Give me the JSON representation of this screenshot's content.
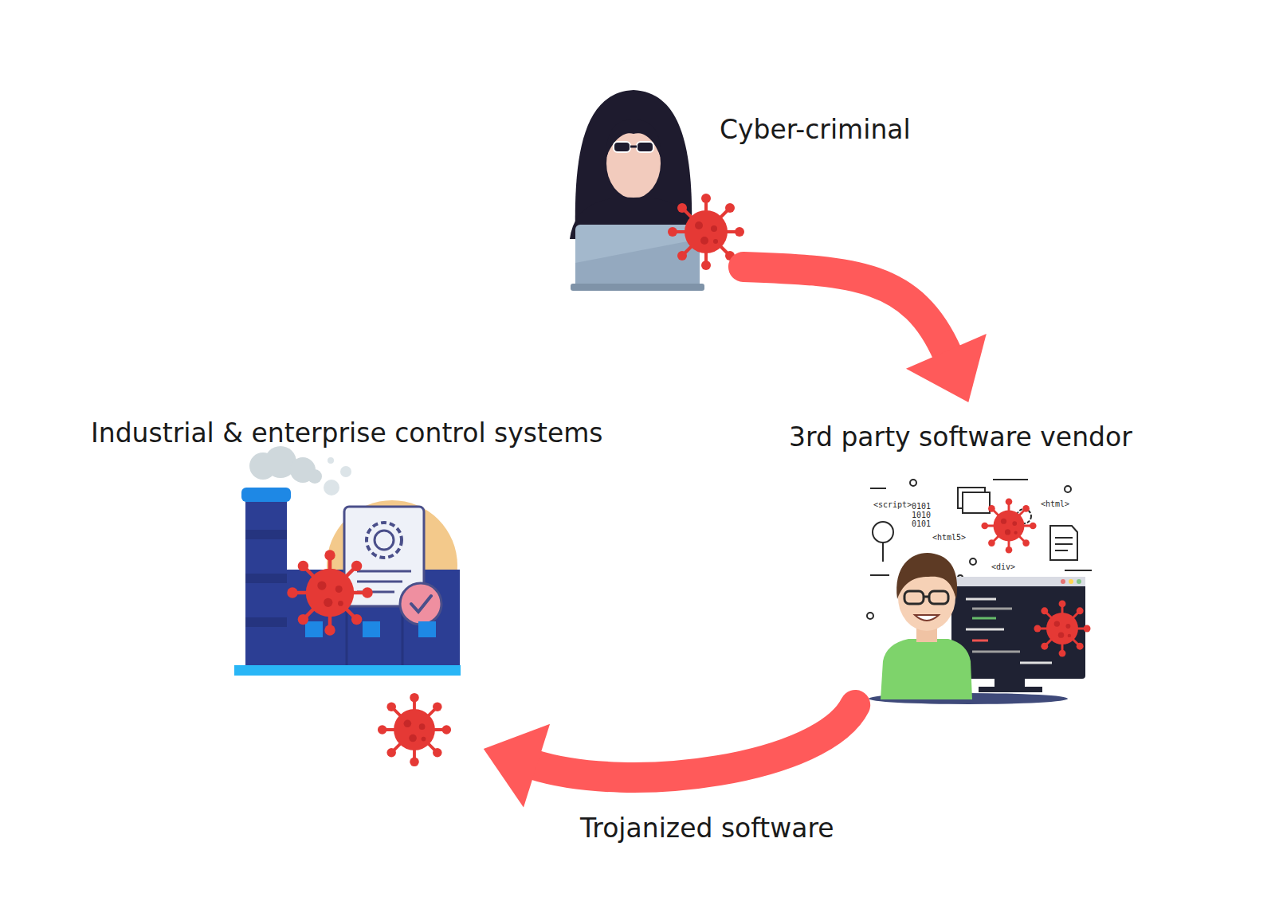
{
  "diagram": {
    "nodes": [
      {
        "text": [
          "Cyber-criminal"
        ]
      },
      {
        "text": [
          "Industrial & enterprise control systems"
        ]
      },
      {
        "text": [
          "3rd party software vendor"
        ]
      }
    ],
    "edges": [
      {
        "from": 0,
        "to": 2,
        "arrow": "to"
      },
      {
        "from": 2,
        "to": 1,
        "label": "Trojanized software",
        "arrow": "to"
      }
    ],
    "labels": [
      "<script>",
      "0101",
      "1010",
      "0101",
      "<html5>",
      "<html>",
      "<div>"
    ]
  }
}
